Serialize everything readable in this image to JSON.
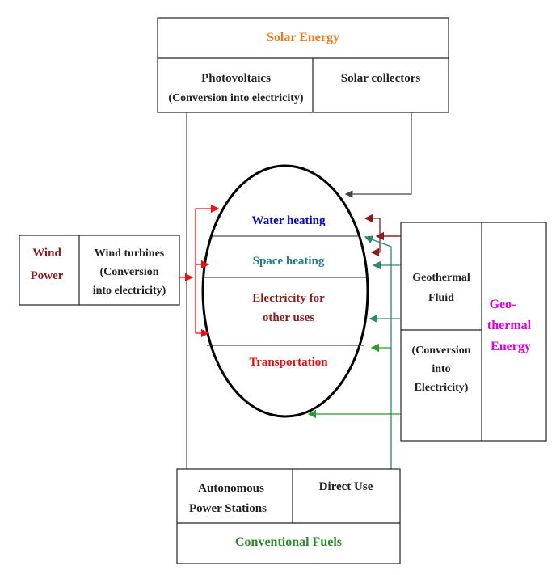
{
  "solar": {
    "title": "Solar Energy",
    "photovoltaics": "Photovoltaics",
    "pv_sub": "(Conversion into electricity)",
    "collectors": "Solar collectors"
  },
  "wind": {
    "title_line1": "Wind",
    "title_line2": "Power",
    "turbines_line1": "Wind turbines",
    "turbines_line2": "(Conversion",
    "turbines_line3": "into electricity)"
  },
  "uses": {
    "water_heating": "Water heating",
    "space_heating": "Space heating",
    "electricity_line1": "Electricity for",
    "electricity_line2": "other uses",
    "transportation": "Transportation"
  },
  "geo": {
    "title_line1": "Geo-",
    "title_line2": "thermal",
    "title_line3": "Energy",
    "fluid_line1": "Geothermal",
    "fluid_line2": "Fluid",
    "conv_line1": "(Conversion",
    "conv_line2": "into",
    "conv_line3": "Electricity)"
  },
  "fuels": {
    "autonomous_line1": "Autonomous",
    "autonomous_line2": "Power Stations",
    "direct_use": "Direct Use",
    "title": "Conventional Fuels"
  },
  "colors": {
    "solar": "#f07820",
    "wind": "#8b1a1a",
    "water": "#0000cc",
    "space": "#208080",
    "electricity": "#8b1a1a",
    "transport": "#e01010",
    "geo": "#e000e0",
    "fuels": "#2a8a2a",
    "red_arrow": "#ee1111",
    "dark_red_arrow": "#8b1a1a",
    "teal_arrow": "#2a8a6a",
    "green_arrow": "#2a9a2a"
  }
}
